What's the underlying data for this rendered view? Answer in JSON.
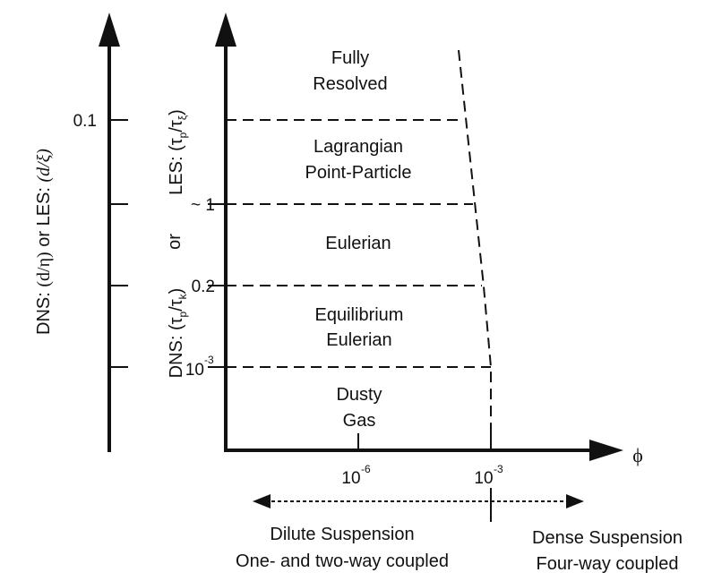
{
  "regimes": [
    {
      "line1": "Fully",
      "line2": "Resolved"
    },
    {
      "line1": "Lagrangian",
      "line2": "Point-Particle"
    },
    {
      "line1": "Eulerian",
      "line2": ""
    },
    {
      "line1": "Equilibrium",
      "line2": "Eulerian"
    },
    {
      "line1": "Dusty",
      "line2": "Gas"
    }
  ],
  "outer_axis": {
    "tick_label": "0.1",
    "title_prefix": "DNS: ",
    "title_dns_math": "(d/η)",
    "title_mid": " or LES: ",
    "title_les_math": "(d/ξ)"
  },
  "inner_axis": {
    "tick_labels": {
      "approx_one": "~ 1",
      "point_two": "0.2",
      "ten_base": "10",
      "ten_exp": "-3"
    },
    "dns_prefix": "DNS: (τ",
    "dns_sub1": "p",
    "dns_slash": "/τ",
    "dns_sub2": "k",
    "dns_close": ")",
    "or_label": "or",
    "les_prefix": "LES: (τ",
    "les_sub1": "p",
    "les_slash": "/τ",
    "les_sub2": "ξ",
    "les_close": ")"
  },
  "x_axis": {
    "symbol": "ϕ",
    "tick1_base": "10",
    "tick1_exp": "-6",
    "tick2_base": "10",
    "tick2_exp": "-3"
  },
  "suspension": {
    "dilute_line1": "Dilute Suspension",
    "dilute_line2": "One- and two-way coupled",
    "dense_line1": "Dense Suspension",
    "dense_line2": "Four-way coupled"
  }
}
